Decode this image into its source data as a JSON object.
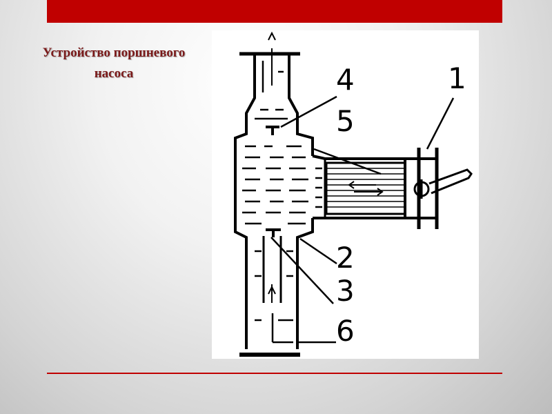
{
  "slide": {
    "title_line1": "Устройство поршневого",
    "title_line2": "насоса"
  },
  "diagram": {
    "labels": [
      "1",
      "2",
      "3",
      "4",
      "5",
      "6"
    ],
    "colors": {
      "accent": "#c00000",
      "title": "#7a1a1a",
      "ink": "#000000"
    }
  }
}
